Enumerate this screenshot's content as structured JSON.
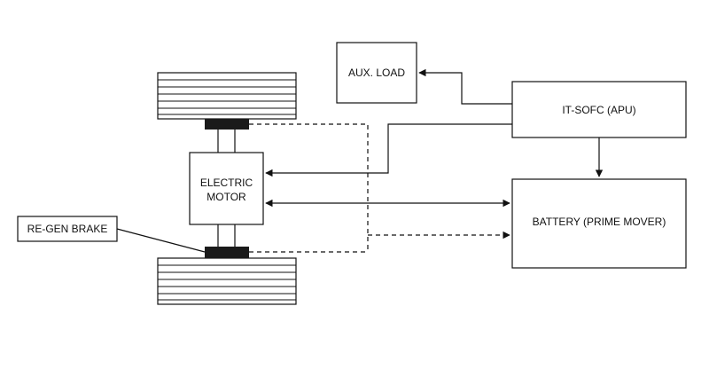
{
  "nodes": {
    "aux_load": "AUX. LOAD",
    "it_sofc": "IT-SOFC (APU)",
    "electric_motor": "ELECTRIC\nMOTOR",
    "battery": "BATTERY (PRIME MOVER)",
    "regen_brake": "RE-GEN BRAKE"
  }
}
